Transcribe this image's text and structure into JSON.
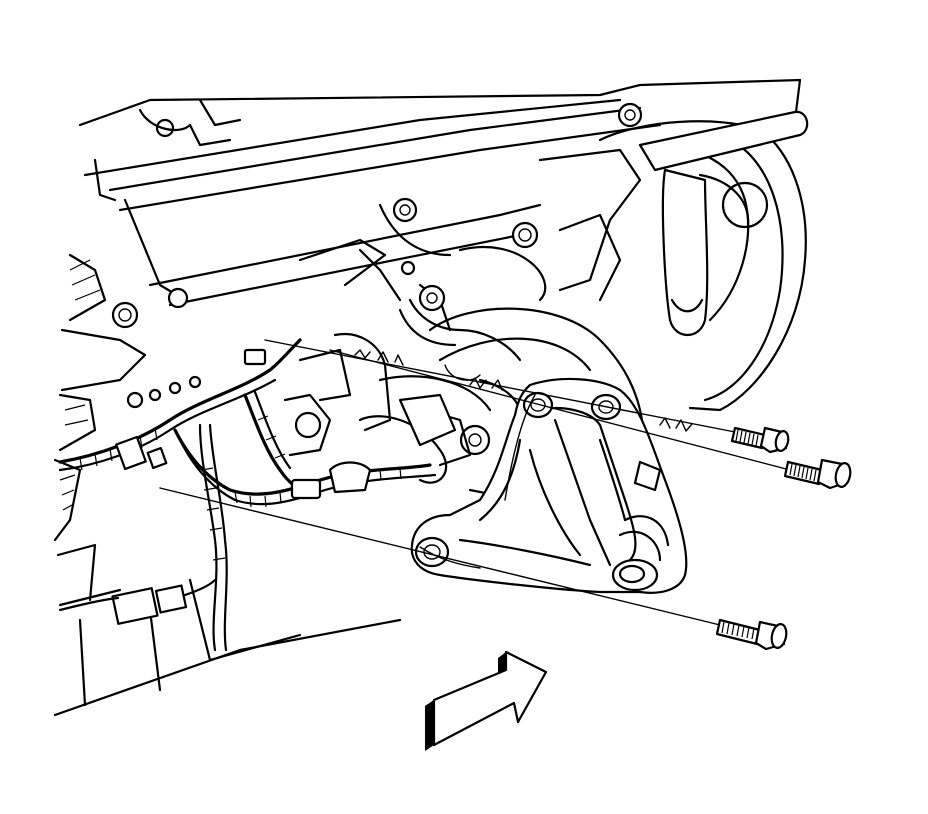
{
  "figure": {
    "arrow_direction": "front-of-vehicle",
    "colors": {
      "ink": "#000000",
      "background": "#ffffff",
      "arrow_shadow": "#1a1a1a"
    }
  },
  "fasteners": [
    {
      "id": "upper-bolt-1"
    },
    {
      "id": "upper-bolt-2"
    },
    {
      "id": "lower-bolt"
    }
  ]
}
